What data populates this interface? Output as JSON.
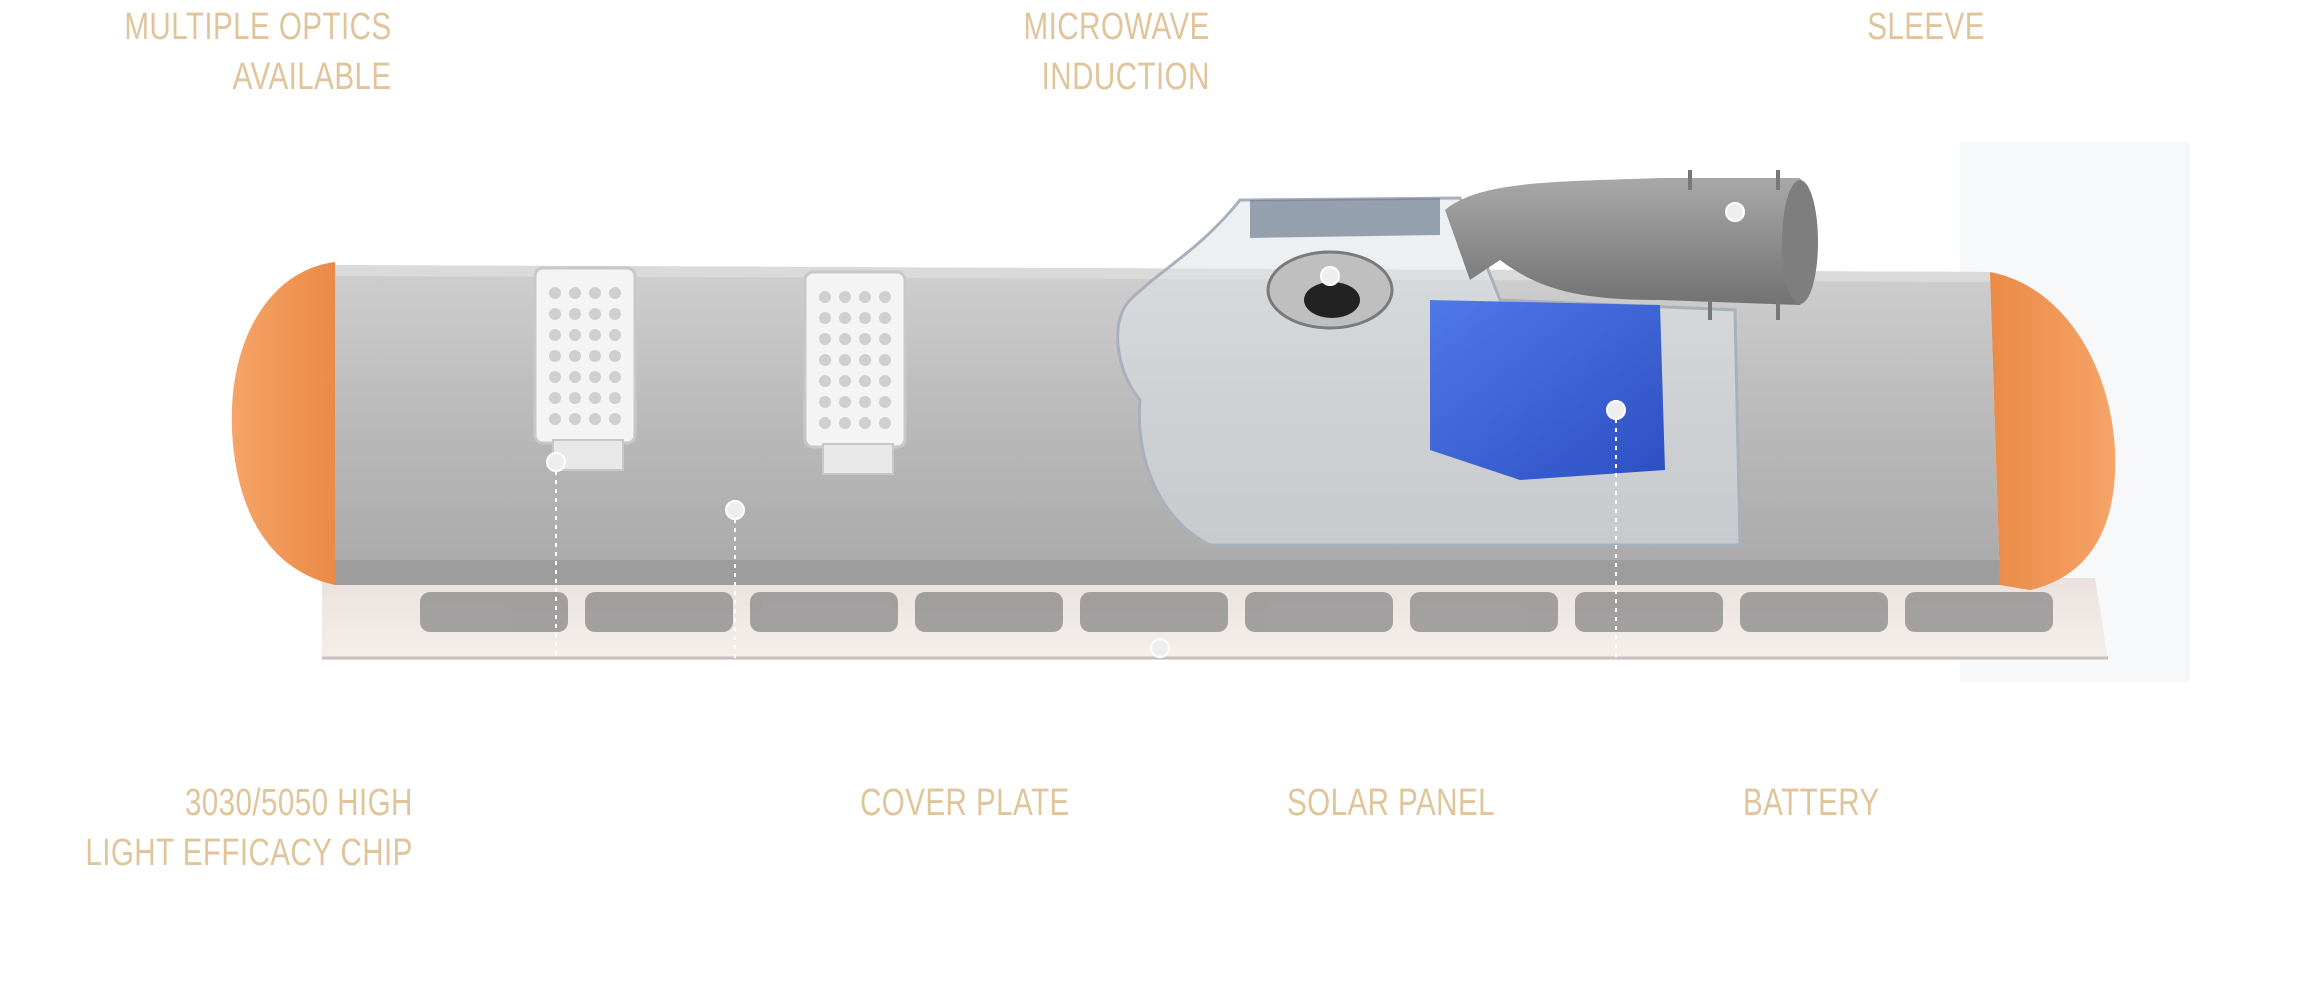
{
  "callouts": {
    "top": [
      {
        "name": "optics-label",
        "lines": [
          "MULTIPLE OPTICS",
          "AVAILABLE"
        ]
      },
      {
        "name": "microwave-label",
        "lines": [
          "MICROWAVE",
          "INDUCTION"
        ]
      },
      {
        "name": "sleeve-label",
        "lines": [
          "SLEEVE"
        ]
      }
    ],
    "bottom": [
      {
        "name": "chip-label",
        "lines": [
          "3030/5050 HIGH",
          "LIGHT EFFICACY CHIP"
        ]
      },
      {
        "name": "cover-plate-label",
        "lines": [
          "COVER PLATE"
        ]
      },
      {
        "name": "solar-panel-label",
        "lines": [
          "SOLAR PANEL"
        ]
      },
      {
        "name": "battery-label",
        "lines": [
          "BATTERY"
        ]
      }
    ]
  },
  "colors": {
    "label": "#e0c49a",
    "body": "#b8b8b8",
    "end_cap": "#f39a5c",
    "battery": "#3a63d8",
    "sleeve": "#8c8c8c"
  }
}
